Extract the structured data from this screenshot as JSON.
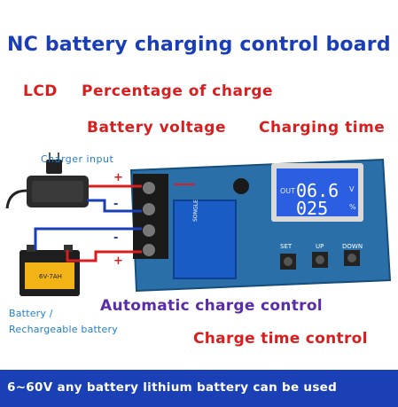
{
  "title": "NC battery charging control board",
  "labels": {
    "lcd": "LCD",
    "percentage": "Percentage of charge",
    "voltage": "Battery voltage",
    "charging_time": "Charging time",
    "charger_input": "Charger input",
    "battery_line1": "Battery /",
    "battery_line2": "Rechargeable battery",
    "auto_control": "Automatic charge control",
    "time_control": "Charge time control"
  },
  "board": {
    "out_label": "OUT",
    "display_top": "06.6",
    "display_bottom": "025",
    "unit_v": "V",
    "unit_pct": "%",
    "btn_set": "SET",
    "btn_up": "UP",
    "btn_down": "DOWN",
    "relay_text": "SONGLE",
    "battery_brand": "6V-7AH",
    "polarity": [
      "+",
      "-",
      "-",
      "+"
    ]
  },
  "colors": {
    "title": "#1a3db8",
    "red": "#d81e1e",
    "purple": "#5a2ca8",
    "footer_bg": "#1b3fb5",
    "pcb": "#2a6fa8",
    "lcd_bg": "#2b5ee0"
  },
  "footer": "6~60V any battery lithium battery can be used"
}
